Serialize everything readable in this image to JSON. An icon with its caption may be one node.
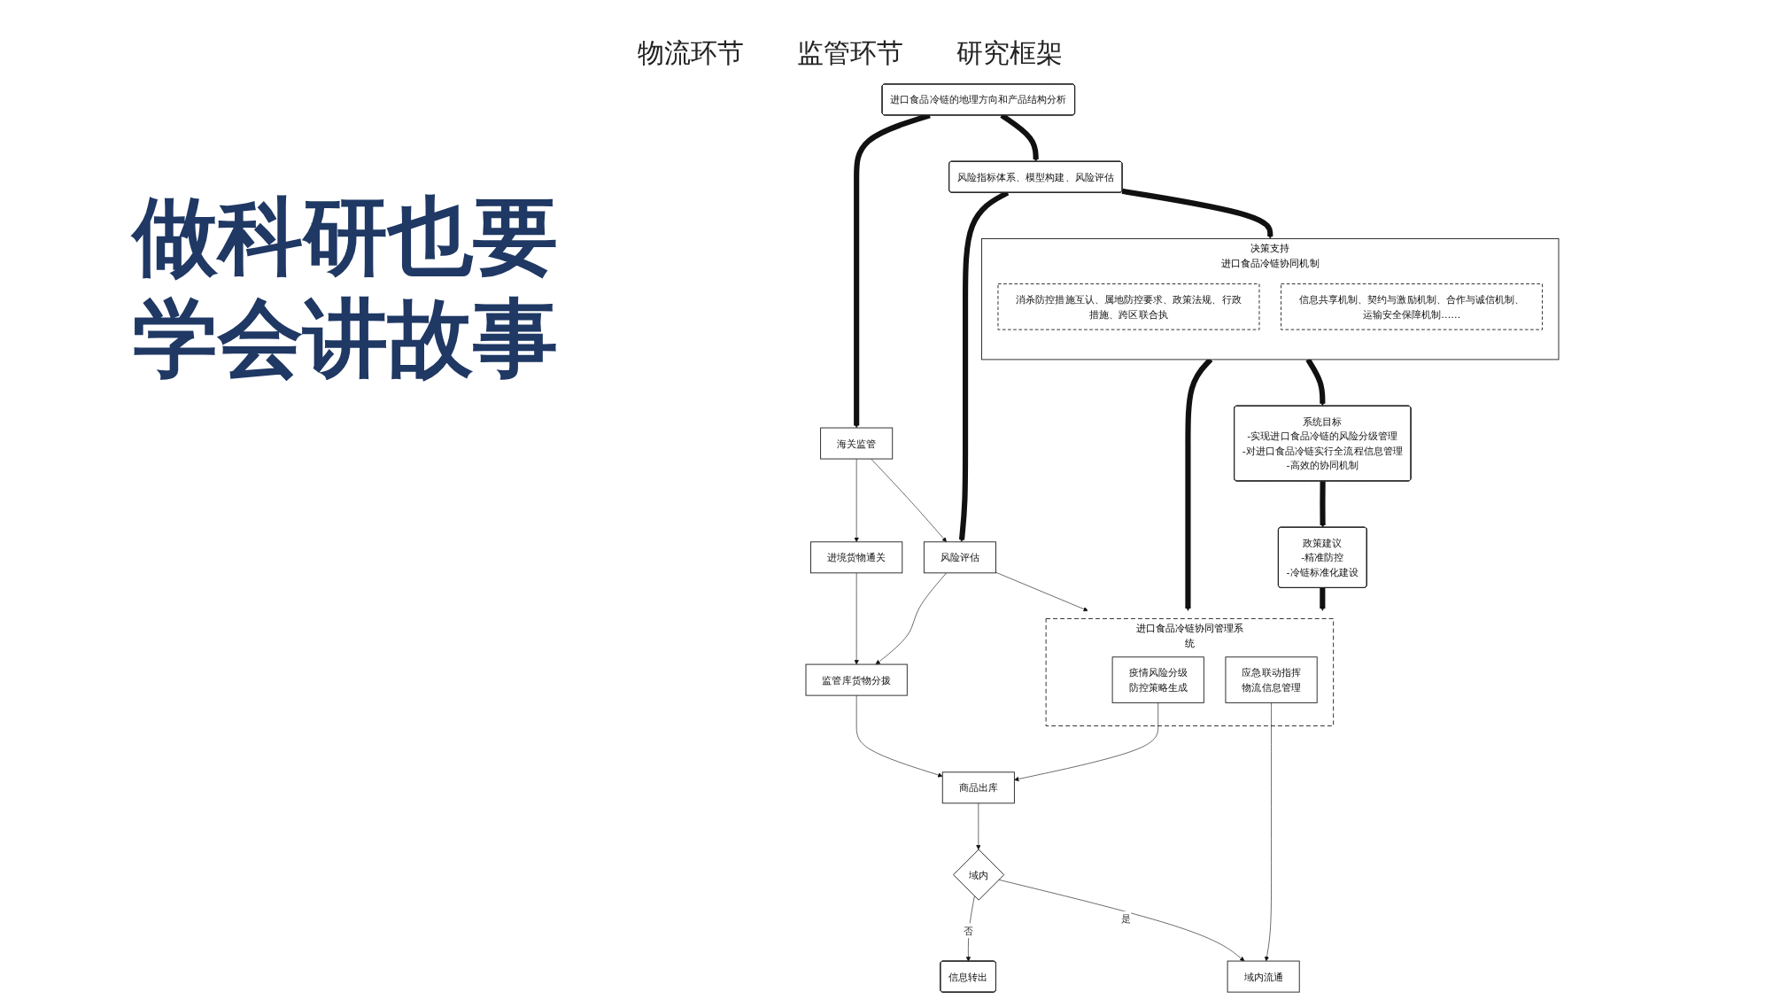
{
  "diagram": {
    "title": "做科研也要学会讲故事",
    "nodes": [
      {
        "text": [
          "进境货物通关"
        ]
      },
      {
        "text": [
          "海关监管"
        ]
      },
      {
        "text": [
          "进口食品冷链的地理方向和产品结构分析"
        ]
      },
      {
        "text": [
          "监管库货物分拨"
        ]
      },
      {
        "text": [
          "风险评估"
        ]
      },
      {
        "text": [
          "风险指标体系、模型构建、风险评估"
        ]
      },
      {
        "text": [
          "商品出库"
        ]
      },
      {
        "text": [
          "进口食品冷链协同管理系统"
        ]
      },
      {
        "text": [
          "疫情风险分级",
          "防控策略生成"
        ],
        "in": 7
      },
      {
        "text": [
          "应急联动指挥",
          "物流信息管理"
        ],
        "in": 7
      },
      {
        "text": [
          "决策支持",
          "进口食品冷链协同机制"
        ]
      },
      {
        "text": [
          "消杀防控措施互认、属地防控要求、政策法规、行政措施、跨区联合执"
        ],
        "in": 10
      },
      {
        "text": [
          "信息共享机制、契约与激励机制、合作与诚信机制、运输安全保障机制……"
        ],
        "in": 10
      },
      {
        "text": [
          "信息转出"
        ]
      },
      {
        "text": [
          "域内"
        ]
      },
      {
        "text": [
          "域内流通"
        ]
      },
      {
        "text": [
          "系统目标",
          "-实现进口食品冷链的风险分级管理",
          "-对进口食品冷链实行全流程信息管理",
          "-高效的协同机制"
        ]
      },
      {
        "text": [
          "政策建议",
          "-精准防控",
          "-冷链标准化建设"
        ]
      }
    ],
    "edges": [
      {
        "from": 1,
        "to": 0,
        "arrow": "to"
      },
      {
        "from": 0,
        "to": 3,
        "arrow": "to"
      },
      {
        "from": 1,
        "to": 4,
        "arrow": "to"
      },
      {
        "from": 4,
        "to": 3,
        "arrow": "to"
      },
      {
        "from": 3,
        "to": 6,
        "arrow": "to"
      },
      {
        "from": 4,
        "to": 7,
        "arrow": "to"
      },
      {
        "from": 8,
        "to": 6,
        "arrow": "to"
      },
      {
        "from": 9,
        "to": 15,
        "arrow": "to"
      },
      {
        "from": 6,
        "to": 14,
        "arrow": "to"
      },
      {
        "from": 14,
        "to": 13,
        "arrow": "to",
        "label": "否"
      },
      {
        "from": 14,
        "to": 15,
        "arrow": "to",
        "label": "是"
      },
      {
        "from": 2,
        "to": 1,
        "arrow": "to",
        "style": "thick"
      },
      {
        "from": 2,
        "to": 5,
        "arrow": "to",
        "style": "thick"
      },
      {
        "from": 5,
        "to": 4,
        "arrow": "to",
        "style": "thick"
      },
      {
        "from": 5,
        "to": 10,
        "arrow": "to",
        "style": "thick"
      },
      {
        "from": 10,
        "to": 7,
        "arrow": "to",
        "style": "thick"
      },
      {
        "from": 10,
        "to": 16,
        "arrow": "to",
        "style": "thick"
      },
      {
        "from": 16,
        "to": 17,
        "arrow": "to",
        "style": "thick"
      },
      {
        "from": 17,
        "to": 7,
        "arrow": "to",
        "style": "thick"
      }
    ],
    "labels": [
      "物流环节",
      "监管环节",
      "研究框架"
    ]
  }
}
